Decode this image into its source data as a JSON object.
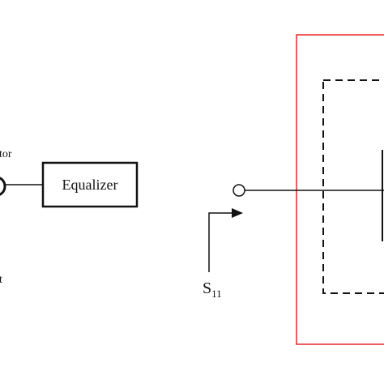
{
  "diagram": {
    "left_label_partial": "tor",
    "left_bottom_text_partial": "t",
    "equalizer_label": "Equalizer",
    "s_param_main": "S",
    "s_param_sub": "11",
    "colors": {
      "stroke": "#111111",
      "outer_box": "#e8262a",
      "background": "#ffffff"
    }
  }
}
